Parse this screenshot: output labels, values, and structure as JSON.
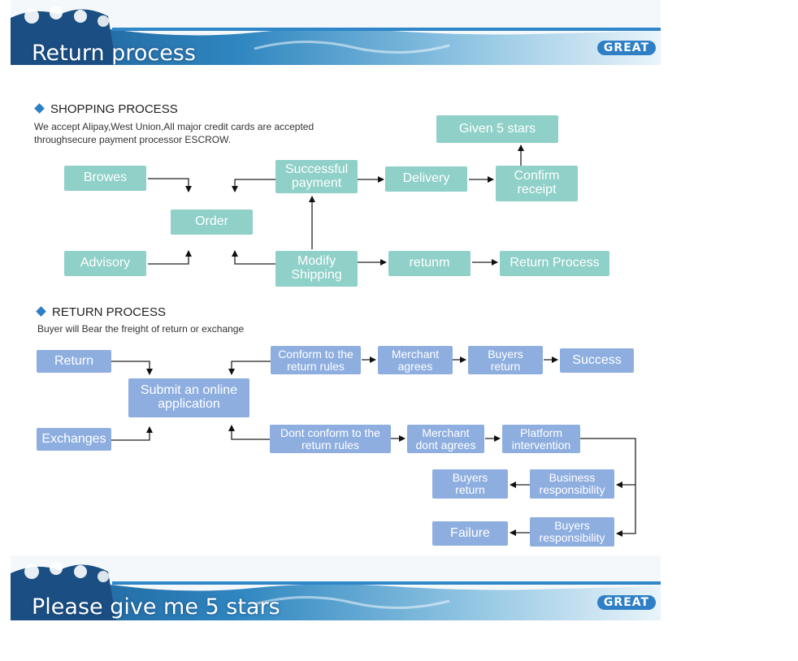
{
  "top_banner": {
    "title": "Return process",
    "badge": "GREAT"
  },
  "bottom_banner": {
    "title": "Please give me 5 stars",
    "badge": "GREAT"
  },
  "shopping": {
    "heading": "SHOPPING PROCESS",
    "desc_line1": "We accept Alipay,West Union,All major credit cards are accepted",
    "desc_line2": "throughsecure payment processor ESCROW.",
    "nodes": {
      "browes": "Browes",
      "advisory": "Advisory",
      "order": "Order",
      "successful_payment_l1": "Successful",
      "successful_payment_l2": "payment",
      "modify_shipping_l1": "Modify",
      "modify_shipping_l2": "Shipping",
      "delivery": "Delivery",
      "confirm_receipt_l1": "Confirm",
      "confirm_receipt_l2": "receipt",
      "given_5_stars": "Given 5 stars",
      "returnm": "retunm",
      "return_process": "Return Process"
    }
  },
  "returns": {
    "heading": "RETURN PROCESS",
    "desc": "Buyer will Bear the freight of return or exchange",
    "nodes": {
      "return": "Return",
      "exchanges": "Exchanges",
      "submit_l1": "Submit an online",
      "submit_l2": "application",
      "conform_l1": "Conform to the",
      "conform_l2": "return rules",
      "merchant_agrees_l1": "Merchant",
      "merchant_agrees_l2": "agrees",
      "buyers_return_top_l1": "Buyers",
      "buyers_return_top_l2": "return",
      "success": "Success",
      "dont_conform_l1": "Dont conform to the",
      "dont_conform_l2": "return rules",
      "merchant_dont_l1": "Merchant",
      "merchant_dont_l2": "dont agrees",
      "platform_l1": "Platform",
      "platform_l2": "intervention",
      "buyers_return_bottom_l1": "Buyers",
      "buyers_return_bottom_l2": "return",
      "business_resp_l1": "Business",
      "business_resp_l2": "responsibility",
      "failure": "Failure",
      "buyers_resp_l1": "Buyers",
      "buyers_resp_l2": "responsibility"
    }
  }
}
